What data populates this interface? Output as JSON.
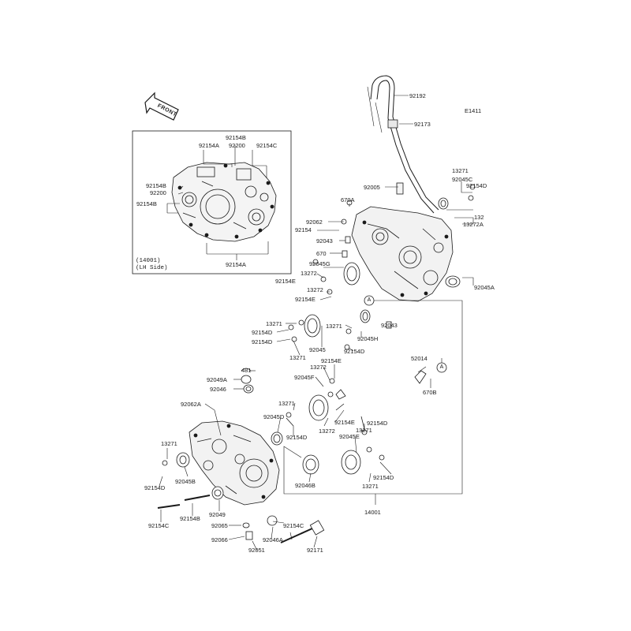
{
  "diagram_code": "E1411",
  "front_label": "FRONT",
  "callout_letter": "A",
  "inset": {
    "title_line1": "(14001)",
    "title_line2": "(LH Side)"
  },
  "labels": [
    "92192",
    "92173",
    "13271",
    "92045C",
    "92005",
    "92154D",
    "670A",
    "132",
    "92062",
    "13272A",
    "92154",
    "92043",
    "670",
    "92045G",
    "13272",
    "92154E",
    "92045A",
    "13272",
    "92154E",
    "92043",
    "13271",
    "92154D",
    "92045H",
    "13271",
    "92045",
    "92154D",
    "92154D",
    "13271",
    "92154E",
    "13272",
    "481",
    "92049A",
    "92045F",
    "52014",
    "92046",
    "670B",
    "92062A",
    "13271",
    "92045D",
    "92154E",
    "92154D",
    "13272",
    "13271",
    "92154D",
    "92045E",
    "13271",
    "92154D",
    "92045B",
    "92046B",
    "13271",
    "92154D",
    "92049",
    "14001",
    "92154C",
    "92154B",
    "92065",
    "92154C",
    "92066",
    "92046A",
    "92051",
    "92171",
    "92154B",
    "92154A",
    "92200",
    "92154C",
    "92154B",
    "92200",
    "92154B",
    "92154A"
  ]
}
